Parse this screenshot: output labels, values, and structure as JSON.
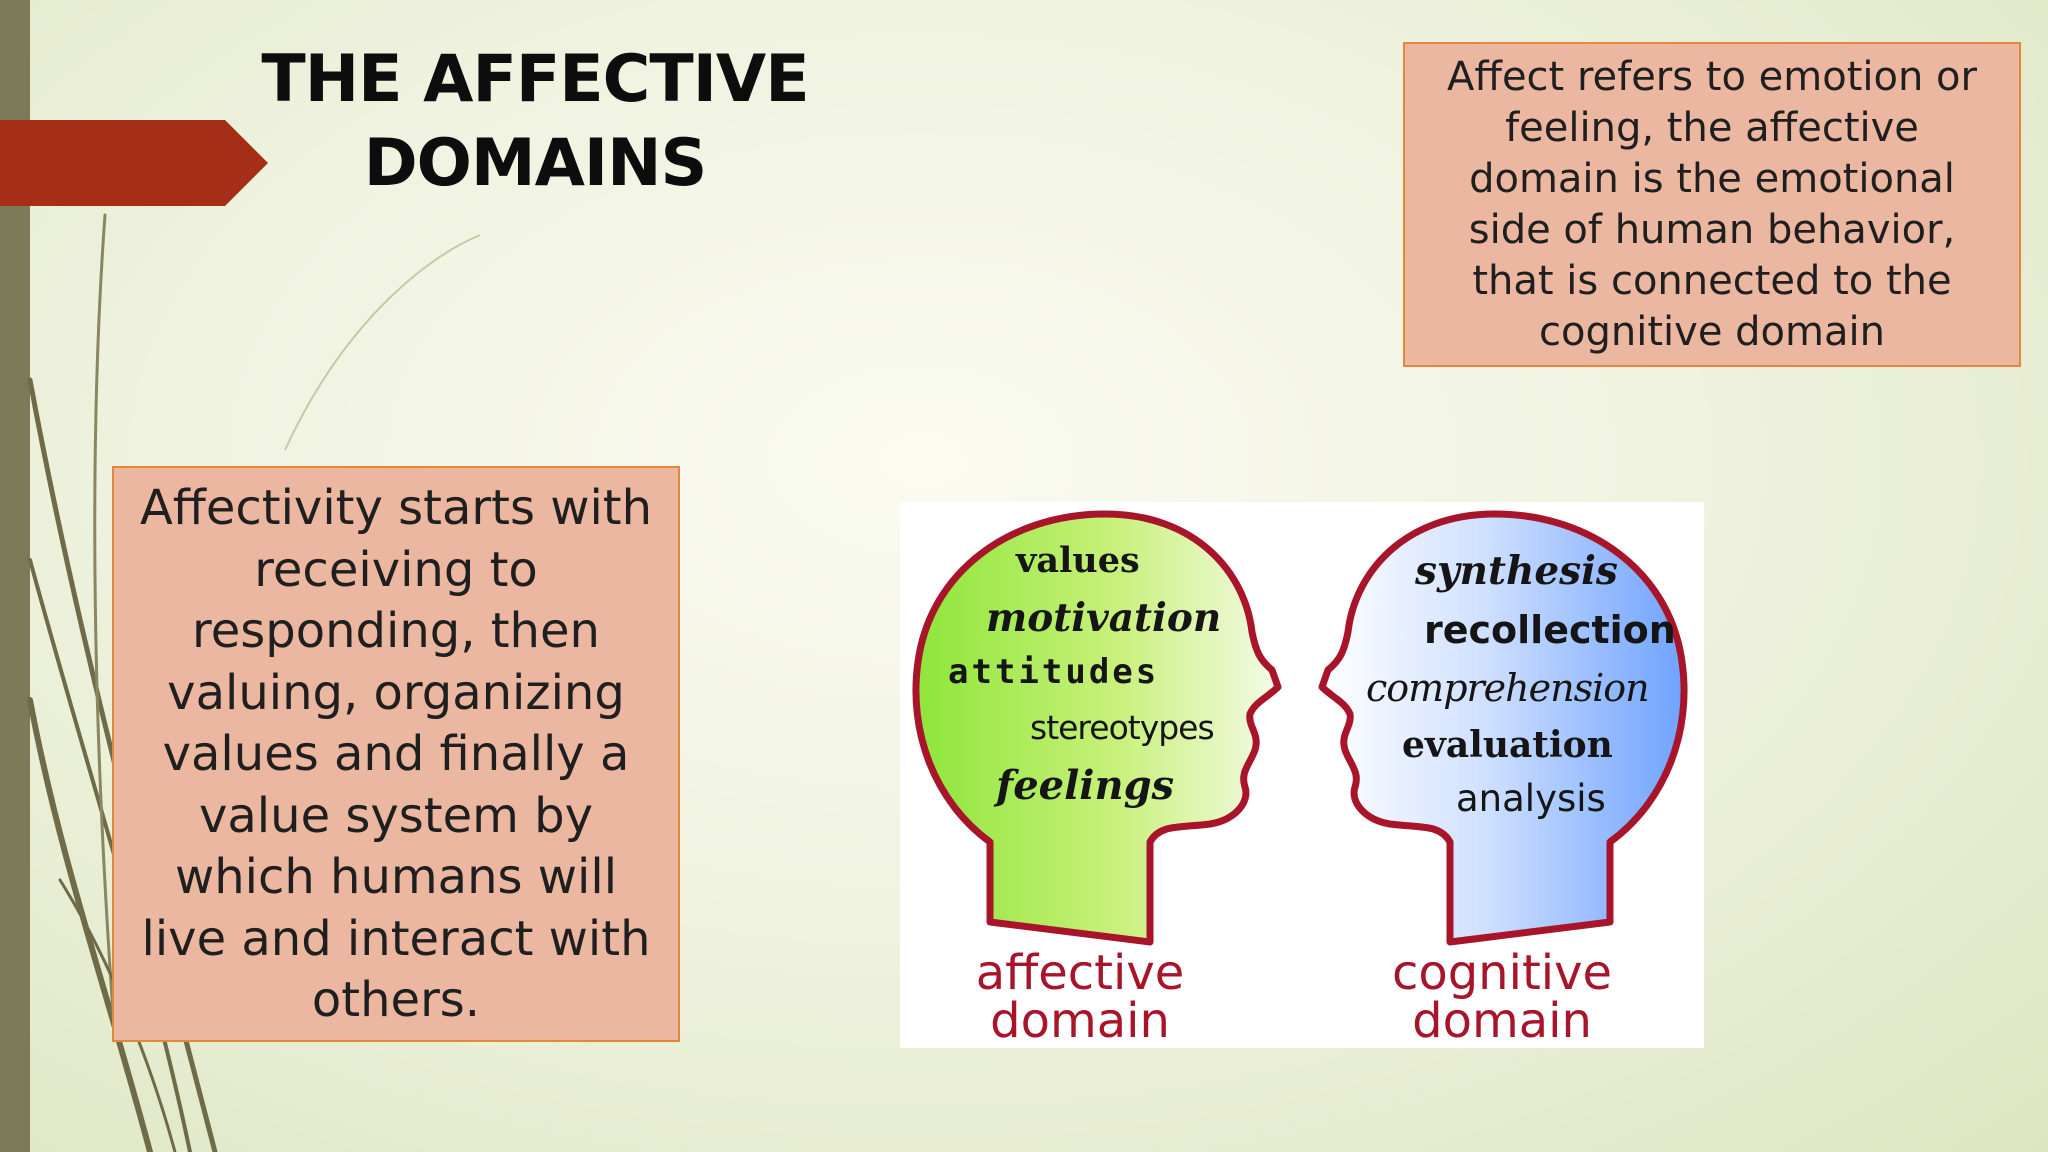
{
  "slide": {
    "title_lines": [
      "THE AFFECTIVE",
      "DOMAINS"
    ],
    "accent_color": "#a52e17",
    "box_fill_color": "#ebb7a0",
    "box_border_color": "#e3873c"
  },
  "definition_box": {
    "lines": [
      "Affect refers to emotion or",
      "feeling, the affective",
      "domain is the emotional",
      "side of human behavior,",
      "that is connected to the",
      "cognitive domain"
    ]
  },
  "process_box": {
    "lines": [
      "Affectivity starts with",
      "receiving to",
      "responding, then",
      "valuing, organizing",
      "values and finally a",
      "value system by",
      "which humans will",
      "live and interact with",
      "others."
    ]
  },
  "figure": {
    "affective_head": {
      "words": [
        "values",
        "motivation",
        "attitudes",
        "stereotypes",
        "feelings"
      ],
      "caption": [
        "affective",
        "domain"
      ],
      "fill_color": "#8ee63a"
    },
    "cognitive_head": {
      "words": [
        "synthesis",
        "recollection",
        "comprehension",
        "evaluation",
        "analysis"
      ],
      "caption": [
        "cognitive",
        "domain"
      ],
      "fill_color": "#6fa3ff"
    },
    "outline_color": "#a8142a"
  }
}
